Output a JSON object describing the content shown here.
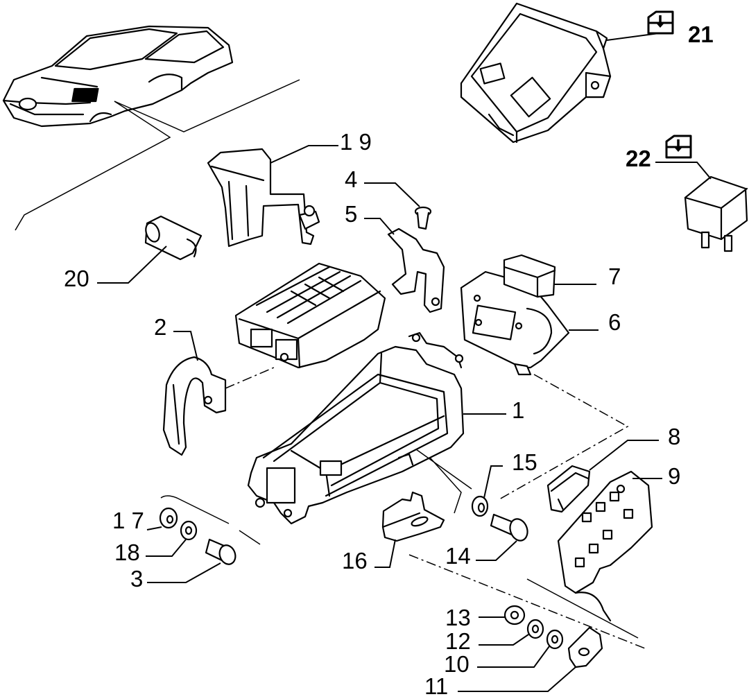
{
  "callouts": {
    "c1": "1",
    "c2": "2",
    "c3": "3",
    "c4": "4",
    "c5": "5",
    "c6": "6",
    "c7": "7",
    "c8": "8",
    "c9": "9",
    "c10": "10",
    "c11": "11",
    "c12": "12",
    "c13": "13",
    "c14": "14",
    "c15": "15",
    "c16": "16",
    "c17": "1 7",
    "c18": "18",
    "c19": "1 9",
    "c20": "20",
    "c21": "21",
    "c22": "22"
  },
  "icons": {
    "exploded_view_symbol": "exploded-view-icon"
  }
}
